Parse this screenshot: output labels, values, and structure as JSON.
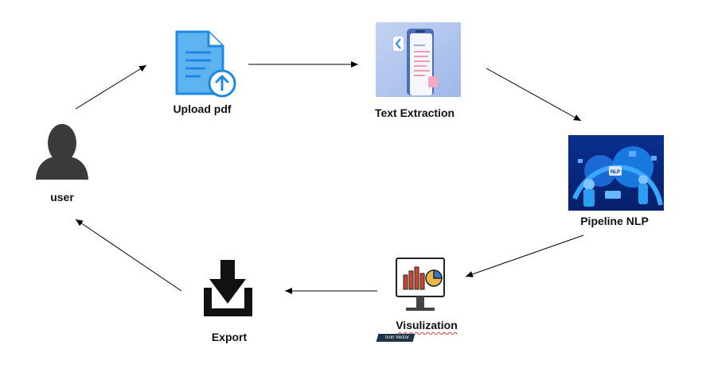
{
  "nodes": {
    "user": {
      "label": "user",
      "icon": "user-silhouette-icon"
    },
    "upload": {
      "label": "Upload pdf",
      "icon": "upload-document-icon"
    },
    "extraction": {
      "label": "Text Extraction",
      "icon": "phone-text-extraction-icon"
    },
    "pipeline": {
      "label": "Pipeline NLP",
      "icon": "nlp-pipeline-illustration",
      "badge_text": "NLP"
    },
    "visualization": {
      "label": "Visulization",
      "icon": "monitor-chart-icon",
      "watermark": "Icon Vector"
    },
    "export": {
      "label": "Export",
      "icon": "download-icon"
    }
  },
  "colors": {
    "accent_blue": "#1e88e5",
    "light_blue": "#5db3f0",
    "arrow": "#000000"
  }
}
